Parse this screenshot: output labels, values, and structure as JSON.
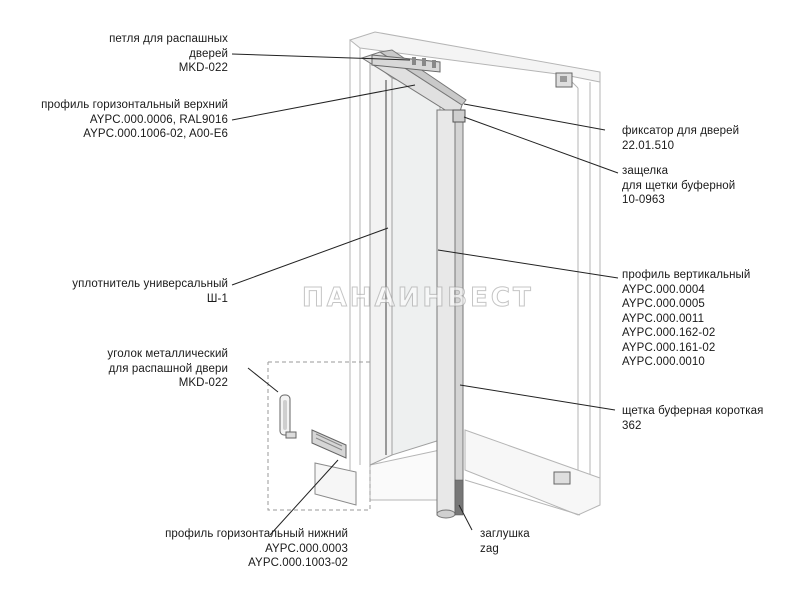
{
  "labels": {
    "hinge": [
      "петля для распашных",
      "дверей",
      "MKD-022"
    ],
    "top_profile": [
      "профиль горизонтальный верхний",
      "AYPC.000.0006, RAL9016",
      "AYPC.000.1006-02, A00-E6"
    ],
    "seal": [
      "уплотнитель универсальный",
      "Ш-1"
    ],
    "corner": [
      "уголок металлический",
      "для распашной двери",
      "MKD-022"
    ],
    "bottom_profile": [
      "профиль горизонтальный нижний",
      "AYPC.000.0003",
      "AYPC.000.1003-02"
    ],
    "latch": [
      "фиксатор для дверей",
      "22.01.510"
    ],
    "catch": [
      "защелка",
      "для щетки буферной",
      "10-0963"
    ],
    "vertical_profile": [
      "профиль вертикальный",
      "AYPC.000.0004",
      "AYPC.000.0005",
      "AYPC.000.0011",
      "AYPC.000.162-02",
      "AYPC.000.161-02",
      "AYPC.000.0010"
    ],
    "brush": [
      "щетка буферная короткая",
      "362"
    ],
    "plug": [
      "заглушка",
      "zag"
    ]
  },
  "watermark": "ПАНАИНВЕСТ",
  "colors": {
    "line": "#222222",
    "frame": "#a8a8a8",
    "glass": "#eef0f0",
    "profile_light": "#e4e4e4",
    "brush": "#777777"
  }
}
